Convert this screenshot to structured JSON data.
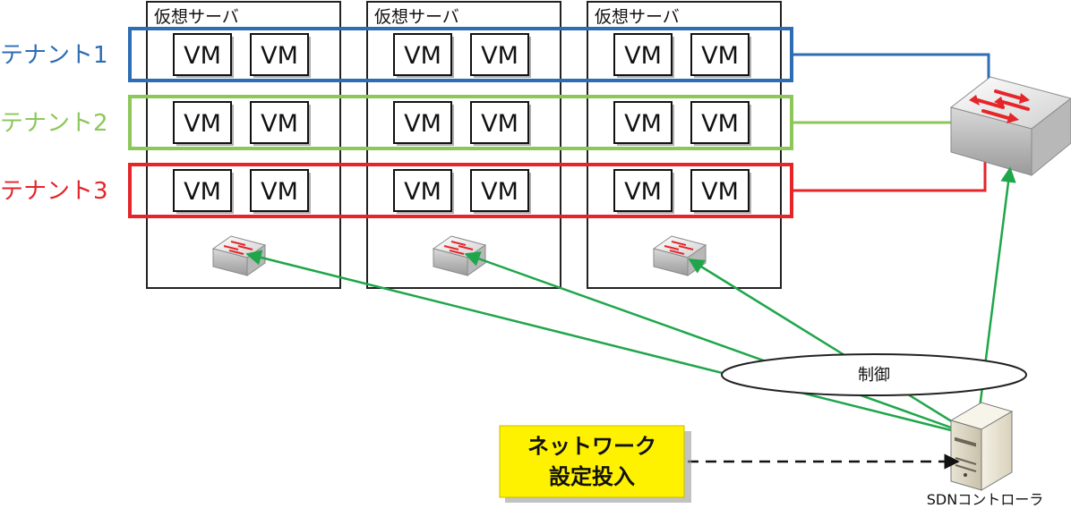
{
  "servers": [
    {
      "label": "仮想サーバ"
    },
    {
      "label": "仮想サーバ"
    },
    {
      "label": "仮想サーバ"
    }
  ],
  "tenants": [
    {
      "label": "テナント1",
      "color": "#2E6DB4"
    },
    {
      "label": "テナント2",
      "color": "#8DC75A"
    },
    {
      "label": "テナント3",
      "color": "#E5252A"
    }
  ],
  "vm_label": "VM",
  "control_label": "制御",
  "config_box": {
    "line1": "ネットワーク",
    "line2": "設定投入",
    "bg": "#FFF200"
  },
  "controller_label": "SDNコントローラ",
  "colors": {
    "control_arrow": "#1FA64A",
    "server_border": "#222222",
    "switch_arrow": "#E5252A"
  }
}
